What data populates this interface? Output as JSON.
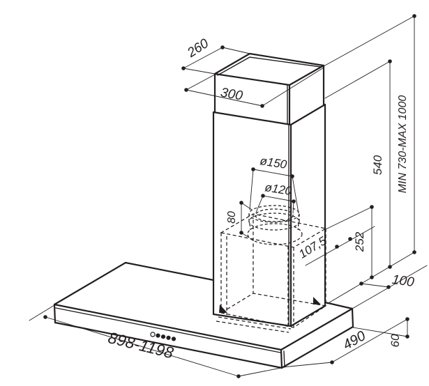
{
  "drawing": {
    "colors": {
      "line": "#231f20",
      "background": "#ffffff"
    },
    "dimensions": {
      "chimney_depth": "260",
      "chimney_width": "300",
      "duct_outer_diameter": "ø150",
      "duct_inner_diameter": "ø120",
      "collar_height": "80",
      "lower_chimney_height": "540",
      "height_range": "MIN 730-MAX 1000",
      "housing_height": "252",
      "duct_offset": "107,5",
      "side_clearance": "100",
      "canopy_depth": "490",
      "canopy_thickness": "60",
      "canopy_width_range": "898-1198"
    }
  }
}
